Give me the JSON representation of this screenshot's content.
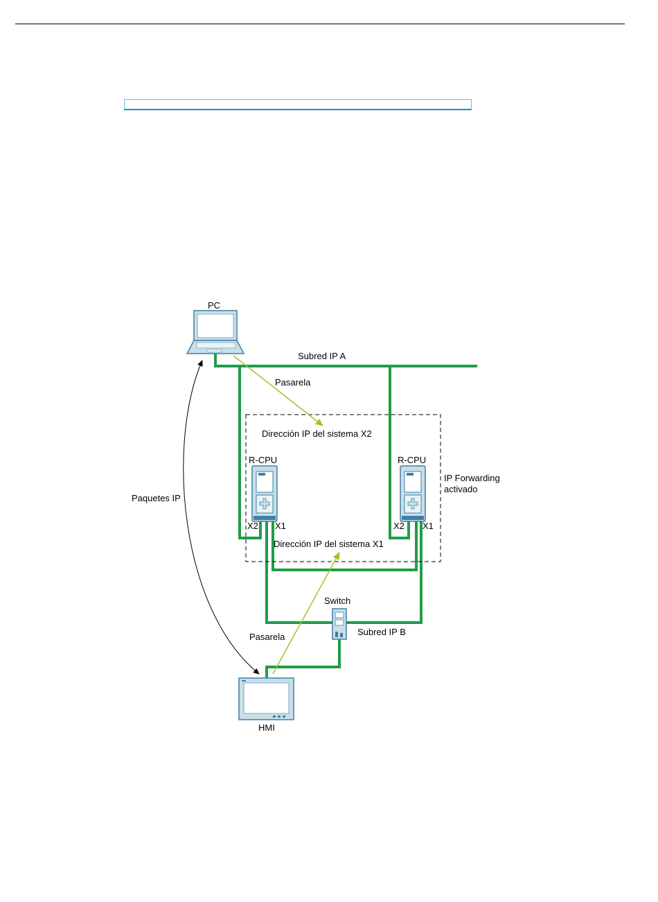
{
  "header": {
    "bar_color": "#1f8fc2"
  },
  "labels": {
    "pc": "PC",
    "subnet_a": "Subred IP A",
    "gateway_top": "Pasarela",
    "system_ip_x2": "Dirección IP del sistema X2",
    "rcpu_left": "R-CPU",
    "rcpu_right": "R-CPU",
    "ip_forwarding_line1": "IP Forwarding",
    "ip_forwarding_line2": "activado",
    "ip_packets": "Paquetes IP",
    "left_x2": "X2",
    "left_x1": "X1",
    "right_x2": "X2",
    "right_x1": "X1",
    "system_ip_x1": "Dirección IP del sistema X1",
    "switch": "Switch",
    "subnet_b": "Subred IP B",
    "gateway_bottom": "Pasarela",
    "hmi": "HMI"
  },
  "colors": {
    "network_line": "#1f9d48",
    "gateway_arrow": "#a9bd2a",
    "device_body": "#c9dfe8",
    "device_outline": "#3f7fa6"
  }
}
